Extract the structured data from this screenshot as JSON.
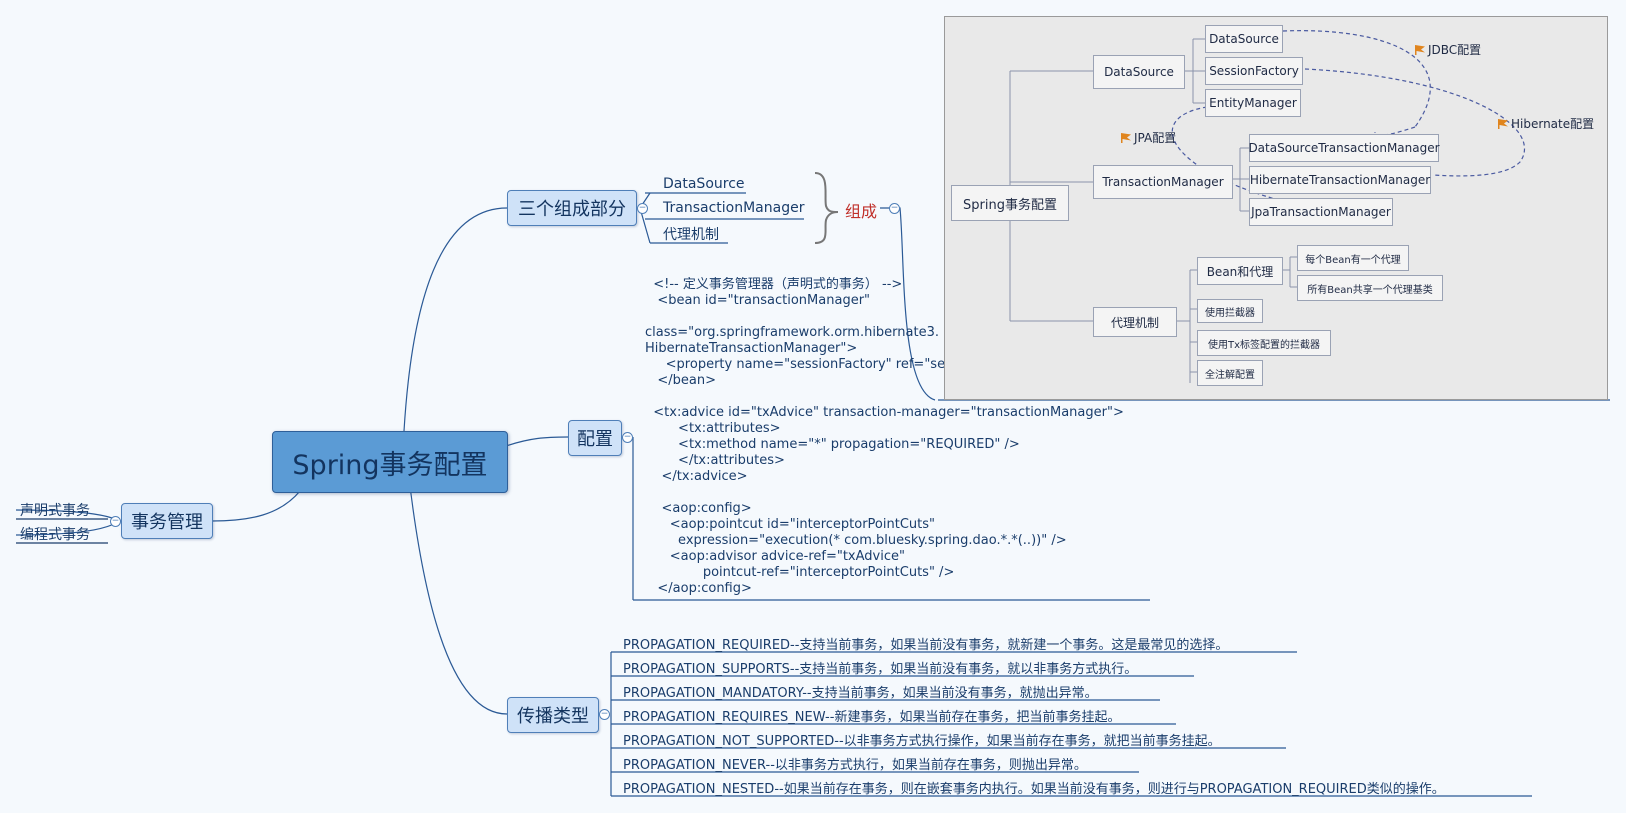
{
  "root": {
    "label": "Spring事务配置"
  },
  "tx_management": {
    "label": "事务管理",
    "items": [
      "声明式事务",
      "编程式事务"
    ]
  },
  "components": {
    "label": "三个组成部分",
    "items": [
      "DataSource",
      "TransactionManager",
      "代理机制"
    ],
    "group_label": "组成"
  },
  "config": {
    "label": "配置",
    "code": [
      "  <!-- 定义事务管理器（声明式的事务） -->",
      "   <bean id=\"transactionManager\"",
      "",
      "class=\"org.springframework.orm.hibernate3.",
      "HibernateTransactionManager\">",
      "     <property name=\"sessionFactory\" ref=\"sessionFactory\" />",
      "   </bean>",
      "",
      "  <tx:advice id=\"txAdvice\" transaction-manager=\"transactionManager\">",
      "        <tx:attributes>",
      "        <tx:method name=\"*\" propagation=\"REQUIRED\" />",
      "        </tx:attributes>",
      "    </tx:advice>",
      "",
      "    <aop:config>",
      "      <aop:pointcut id=\"interceptorPointCuts\"",
      "        expression=\"execution(* com.bluesky.spring.dao.*.*(..))\" />",
      "      <aop:advisor advice-ref=\"txAdvice\"",
      "              pointcut-ref=\"interceptorPointCuts\" />",
      "   </aop:config>"
    ]
  },
  "propagation": {
    "label": "传播类型",
    "items": [
      "PROPAGATION_REQUIRED--支持当前事务，如果当前没有事务，就新建一个事务。这是最常见的选择。",
      "PROPAGATION_SUPPORTS--支持当前事务，如果当前没有事务，就以非事务方式执行。",
      "PROPAGATION_MANDATORY--支持当前事务，如果当前没有事务，就抛出异常。",
      "PROPAGATION_REQUIRES_NEW--新建事务，如果当前存在事务，把当前事务挂起。",
      "PROPAGATION_NOT_SUPPORTED--以非事务方式执行操作，如果当前存在事务，就把当前事务挂起。",
      "PROPAGATION_NEVER--以非事务方式执行，如果当前存在事务，则抛出异常。",
      "PROPAGATION_NESTED--如果当前存在事务，则在嵌套事务内执行。如果当前没有事务，则进行与PROPAGATION_REQUIRED类似的操作。"
    ]
  },
  "picture": {
    "root": "Spring事务配置",
    "datasource": "DataSource",
    "ds_children": [
      "DataSource",
      "SessionFactory",
      "EntityManager"
    ],
    "transaction_manager": "TransactionManager",
    "tm_children": [
      "DataSourceTransactionManager",
      "HibernateTransactionManager",
      "JpaTransactionManager"
    ],
    "proxy": "代理机制",
    "bean_proxy": "Bean和代理",
    "bean_children": [
      "每个Bean有一个代理",
      "所有Bean共享一个代理基类"
    ],
    "proxy_children": [
      "使用拦截器",
      "使用Tx标签配置的拦截器",
      "全注解配置"
    ],
    "notes": {
      "jdbc": "JDBC配置",
      "jpa": "JPA配置",
      "hibernate": "Hibernate配置"
    },
    "accent": "#e0851e"
  }
}
